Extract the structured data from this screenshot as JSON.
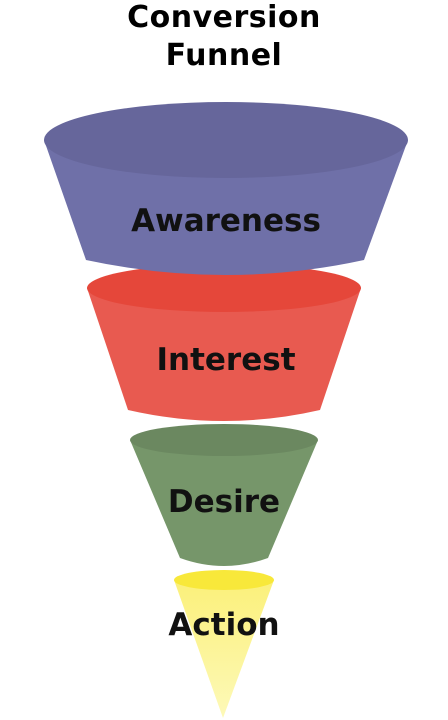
{
  "title": {
    "line1": "Conversion",
    "line2": "Funnel"
  },
  "stages": [
    {
      "label": "Awareness",
      "color": "#6f70a8",
      "top_color": "#66669b"
    },
    {
      "label": "Interest",
      "color": "#e85a50",
      "top_color": "#e5473a"
    },
    {
      "label": "Desire",
      "color": "#76966a",
      "top_color": "#6b8860"
    },
    {
      "label": "Action",
      "color": "#fbf27a",
      "top_color": "#f8e83a"
    }
  ]
}
